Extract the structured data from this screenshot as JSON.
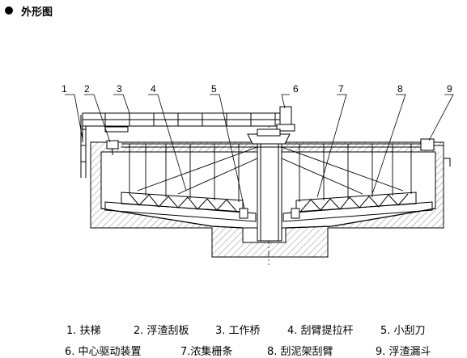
{
  "header": {
    "title": "外形图"
  },
  "callouts": [
    "1",
    "2",
    "3",
    "4",
    "5",
    "6",
    "7",
    "8",
    "9"
  ],
  "legend": [
    {
      "text": "1. 扶梯"
    },
    {
      "text": "2. 浮渣刮板"
    },
    {
      "text": "3. 工作桥"
    },
    {
      "text": "4. 刮臂提拉杆"
    },
    {
      "text": "5. 小刮刀"
    },
    {
      "text": "6. 中心驱动装置"
    },
    {
      "text": "7.浓集栅条"
    },
    {
      "text": "8. 刮泥架刮臂"
    },
    {
      "text": "9. 浮渣漏斗"
    }
  ]
}
